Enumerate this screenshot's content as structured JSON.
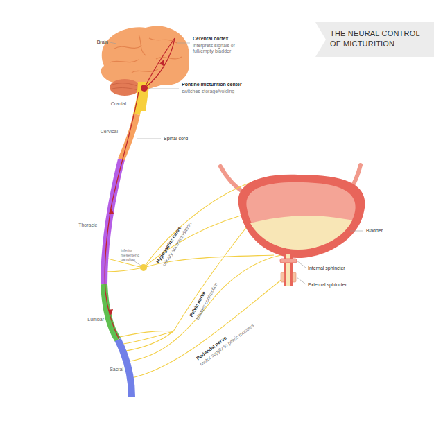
{
  "diagram": {
    "title": "THE NEURAL CONTROL OF MICTURITION",
    "labels": [
      "Brain",
      "Cerebral cortex",
      "interprets signals of full/empty bladder",
      "Pontine micturition center",
      "switches storage/voiding",
      "Cranial",
      "Cervical",
      "Spinal cord",
      "Thoracic",
      "Inferior mesenteric ganglion",
      "Hypogastric nerve",
      "urinary accommodation",
      "Bladder",
      "Internal sphincter",
      "External sphincter",
      "Lumbar",
      "Pelvic nerve",
      "bladder contraction",
      "Pudendal nerve",
      "motor supply to pelvic muscles",
      "Sacral"
    ]
  }
}
